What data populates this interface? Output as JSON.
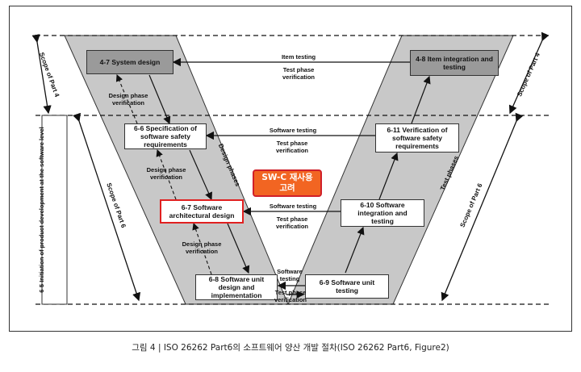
{
  "boxes": {
    "system_design": "4-7 System design",
    "item_integration": "4-8 Item integration and testing",
    "spec_safety_req": "6-6 Specification of software safety requirements",
    "verif_safety_req": "6-11 Verification of software safety requirements",
    "arch_design": "6-7 Software architectural design",
    "sw_integration": "6-10 Software integration and testing",
    "unit_design": "6-8 Software unit design and implementation",
    "unit_testing": "6-9 Software unit testing"
  },
  "labels": {
    "item_testing": "Item testing",
    "test_phase_verification": "Test phase verification",
    "software_testing": "Software testing",
    "design_phase_verification": "Design phase verification",
    "design_phases": "Design phases",
    "test_phases": "Test phases",
    "scope_part4": "Scope of Part 4",
    "scope_part6": "Scope of Part 6",
    "initiation": "6-5 Initiation of product development at the software level"
  },
  "callout": {
    "line1": "SW-C 재사용",
    "line2": "고려"
  },
  "caption": "그림 4 |  ISO 26262 Part6의 소프트웨어 양산 개발 절차(ISO 26262 Part6, Figure2)",
  "colors": {
    "v_fill": "#c8c8c8",
    "grey_box": "#9a9a9a",
    "callout_fill": "#f26522",
    "highlight_border": "#e02020"
  }
}
